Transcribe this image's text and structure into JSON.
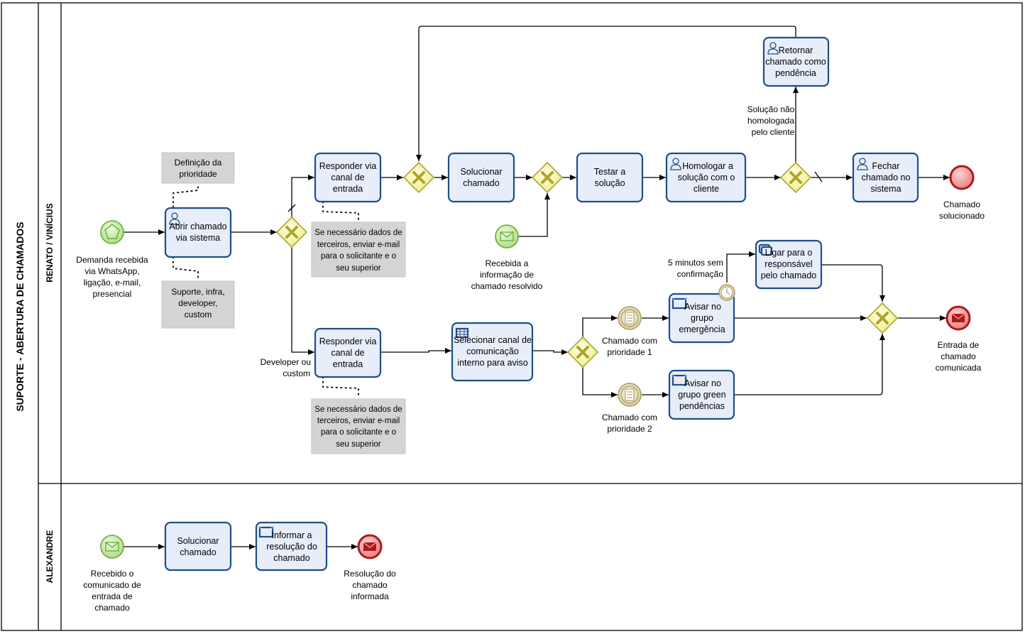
{
  "pool": {
    "title": "SUPORTE - ABERTURA DE CHAMADOS"
  },
  "lanes": {
    "top": "RENATO / VINÍCIUS",
    "bottom": "ALEXANDRE"
  },
  "tasks": {
    "abrir": [
      "Abrir chamado",
      "via sistema"
    ],
    "responder1": [
      "Responder via",
      "canal de",
      "entrada"
    ],
    "responder2": [
      "Responder via",
      "canal de",
      "entrada"
    ],
    "solucionar": [
      "Solucionar",
      "chamado"
    ],
    "testar": [
      "Testar a",
      "solução"
    ],
    "homologar": [
      "Homologar a",
      "solução com o",
      "cliente"
    ],
    "fechar": [
      "Fechar",
      "chamado no",
      "sistema"
    ],
    "retornar": [
      "Retornar",
      "chamado como",
      "pendência"
    ],
    "selecionar": [
      "Selecionar canal de",
      "comunicação",
      "interno para  aviso"
    ],
    "avisar_emerg": [
      "Avisar no",
      "grupo",
      "emergência"
    ],
    "avisar_green": [
      "Avisar no",
      "grupo green",
      "pendências"
    ],
    "ligar": [
      "Ligar para o",
      "responsável",
      "pelo chamado"
    ],
    "solucionar_alex": [
      "Solucionar",
      "chamado"
    ],
    "informar": [
      "Informar a",
      "resolução do",
      "chamado"
    ]
  },
  "notes": {
    "prioridade": [
      "Definição da",
      "prioridade"
    ],
    "suporte": [
      "Suporte, infra,",
      "developer,",
      "custom"
    ],
    "terceiros1": [
      "Se necessário dados de",
      "terceiros, enviar e-mail",
      "para o solicitante e o",
      "seu superior"
    ],
    "terceiros2": [
      "Se necessário dados de",
      "terceiros, enviar e-mail",
      "para o solicitante e o",
      "seu superior"
    ]
  },
  "labels": {
    "demanda": [
      "Demanda recebida",
      "via  WhatsApp,",
      "ligação, e-mail,",
      "presencial"
    ],
    "recebida_info": [
      "Recebida a",
      "informação de",
      "chamado resolvido"
    ],
    "developer": [
      "Developer  ou",
      "custom"
    ],
    "nao_homologada": [
      "Solução não",
      "homologada",
      "pelo cliente"
    ],
    "cinco_min": [
      "5 minutos sem",
      "confirmação"
    ],
    "prioridade1": [
      "Chamado com",
      "prioridade 1"
    ],
    "prioridade2": [
      "Chamado com",
      "prioridade 2"
    ],
    "solucionado": [
      "Chamado",
      "solucionado"
    ],
    "entrada_comunicada": [
      "Entrada de",
      "chamado",
      "comunicada"
    ],
    "recebido_comunicado": [
      "Recebido o",
      "comunicado de",
      "entrada de",
      "chamado"
    ],
    "resolucao_informada": [
      "Resolução do",
      "chamado",
      "informada"
    ]
  },
  "colors": {
    "task_fill": "#e8eef9",
    "task_stroke": "#1e4e8c",
    "gateway_fill": "#fbf7b0",
    "gateway_stroke": "#a8a82a",
    "start_fill": "#c9f0a8",
    "start_stroke": "#6aa83a",
    "end_fill": "#f3a4a4",
    "end_stroke": "#b01818",
    "note_fill": "#d4d4d4"
  }
}
